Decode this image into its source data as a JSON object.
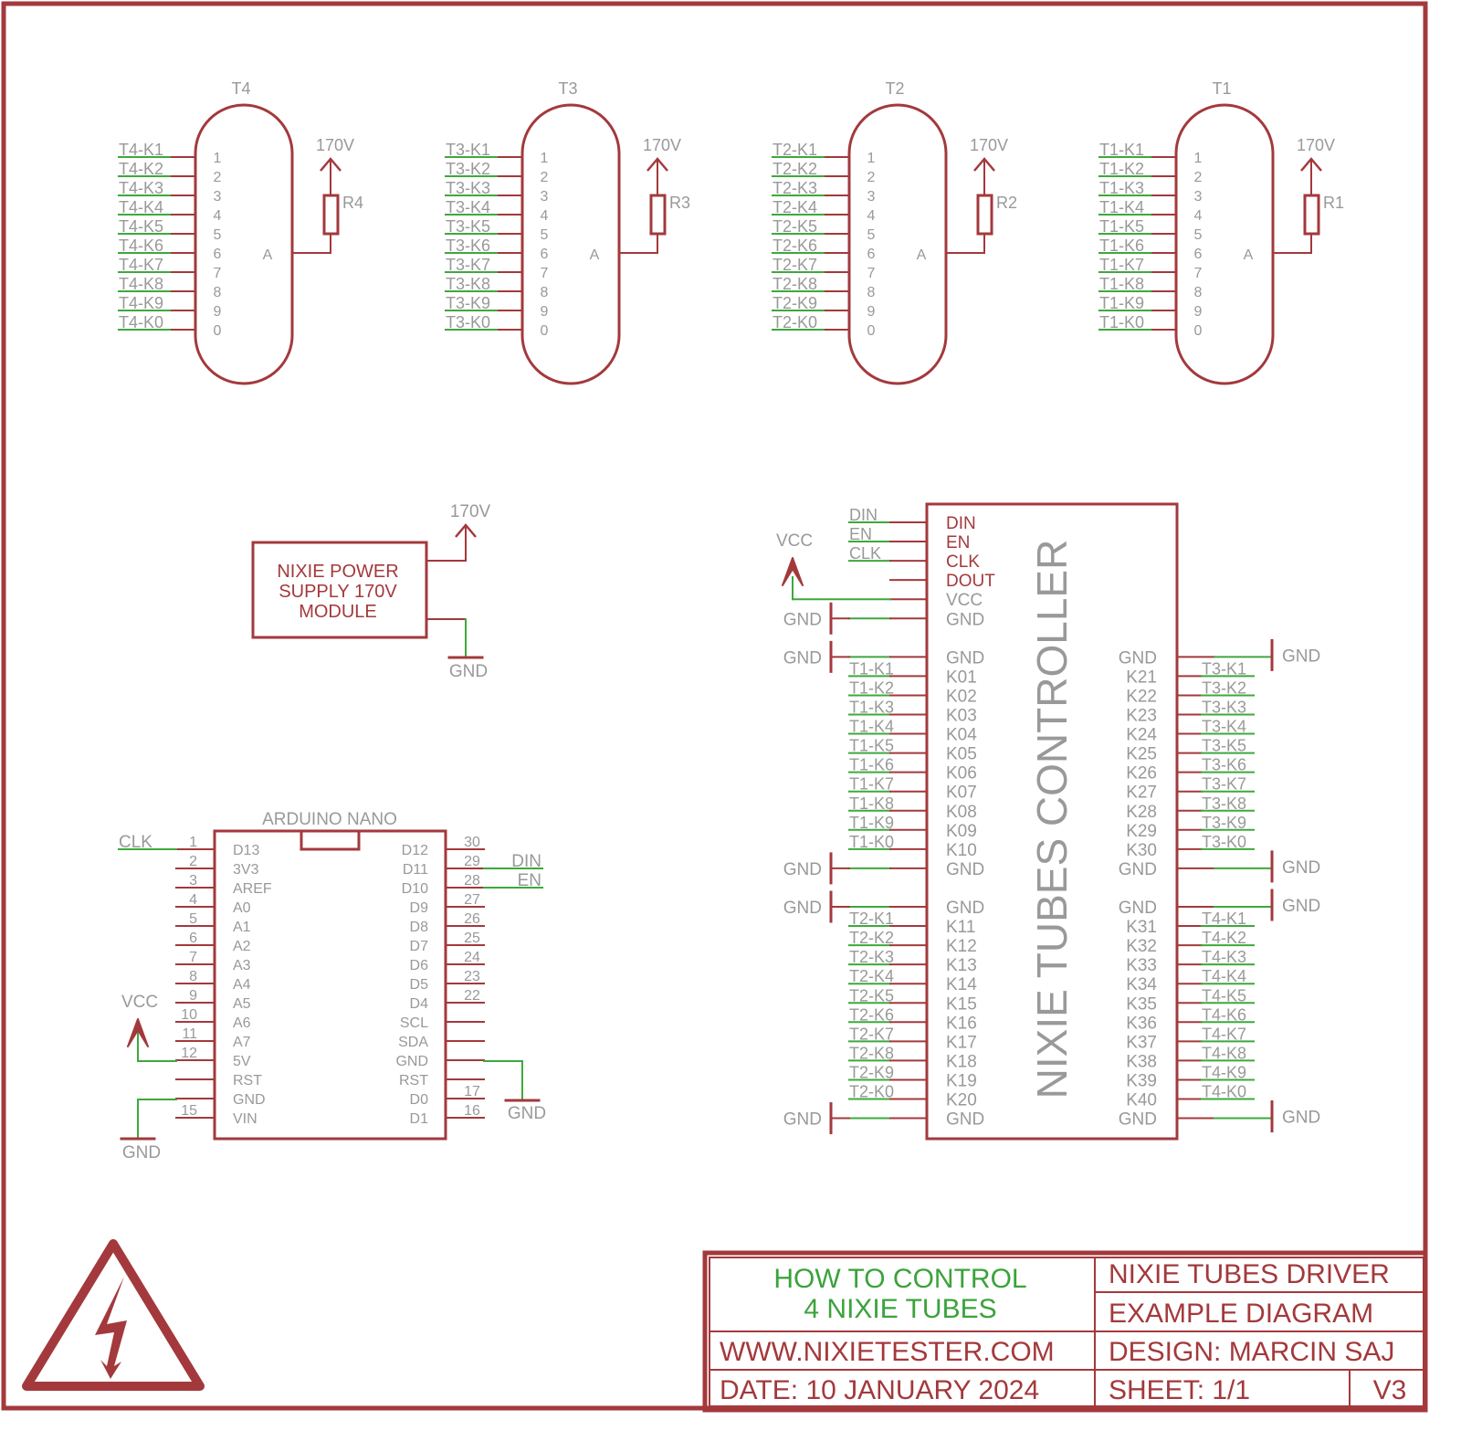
{
  "colors": {
    "wire_red": "#a3393c",
    "net_green": "#3ea83e",
    "text_gray": "#999999",
    "title_green": "#3aa33a"
  },
  "tubes": [
    {
      "name": "T4",
      "resistor": "R4",
      "supply": "170V",
      "anode": "A",
      "pins": [
        "1",
        "2",
        "3",
        "4",
        "5",
        "6",
        "7",
        "8",
        "9",
        "0"
      ],
      "nets": [
        "T4-K1",
        "T4-K2",
        "T4-K3",
        "T4-K4",
        "T4-K5",
        "T4-K6",
        "T4-K7",
        "T4-K8",
        "T4-K9",
        "T4-K0"
      ]
    },
    {
      "name": "T3",
      "resistor": "R3",
      "supply": "170V",
      "anode": "A",
      "pins": [
        "1",
        "2",
        "3",
        "4",
        "5",
        "6",
        "7",
        "8",
        "9",
        "0"
      ],
      "nets": [
        "T3-K1",
        "T3-K2",
        "T3-K3",
        "T3-K4",
        "T3-K5",
        "T3-K6",
        "T3-K7",
        "T3-K8",
        "T3-K9",
        "T3-K0"
      ]
    },
    {
      "name": "T2",
      "resistor": "R2",
      "supply": "170V",
      "anode": "A",
      "pins": [
        "1",
        "2",
        "3",
        "4",
        "5",
        "6",
        "7",
        "8",
        "9",
        "0"
      ],
      "nets": [
        "T2-K1",
        "T2-K2",
        "T2-K3",
        "T2-K4",
        "T2-K5",
        "T2-K6",
        "T2-K7",
        "T2-K8",
        "T2-K9",
        "T2-K0"
      ]
    },
    {
      "name": "T1",
      "resistor": "R1",
      "supply": "170V",
      "anode": "A",
      "pins": [
        "1",
        "2",
        "3",
        "4",
        "5",
        "6",
        "7",
        "8",
        "9",
        "0"
      ],
      "nets": [
        "T1-K1",
        "T1-K2",
        "T1-K3",
        "T1-K4",
        "T1-K5",
        "T1-K6",
        "T1-K7",
        "T1-K8",
        "T1-K9",
        "T1-K0"
      ]
    }
  ],
  "power_supply": {
    "lines": [
      "NIXIE POWER",
      "SUPPLY 170V",
      "MODULE"
    ],
    "supply": "170V",
    "gnd": "GND"
  },
  "arduino": {
    "title": "ARDUINO  NANO",
    "left_pins": [
      {
        "num": "1",
        "label": "D13",
        "net": "CLK"
      },
      {
        "num": "2",
        "label": "3V3"
      },
      {
        "num": "3",
        "label": "AREF"
      },
      {
        "num": "4",
        "label": "A0"
      },
      {
        "num": "5",
        "label": "A1"
      },
      {
        "num": "6",
        "label": "A2"
      },
      {
        "num": "7",
        "label": "A3"
      },
      {
        "num": "8",
        "label": "A4"
      },
      {
        "num": "9",
        "label": "A5"
      },
      {
        "num": "10",
        "label": "A6"
      },
      {
        "num": "11",
        "label": "A7"
      },
      {
        "num": "12",
        "label": "5V"
      },
      {
        "num": "",
        "label": "RST"
      },
      {
        "num": "",
        "label": "GND"
      },
      {
        "num": "15",
        "label": "VIN"
      }
    ],
    "right_pins": [
      {
        "num": "30",
        "label": "D12"
      },
      {
        "num": "29",
        "label": "D11",
        "net": "DIN"
      },
      {
        "num": "28",
        "label": "D10",
        "net": "EN"
      },
      {
        "num": "27",
        "label": "D9"
      },
      {
        "num": "26",
        "label": "D8"
      },
      {
        "num": "25",
        "label": "D7"
      },
      {
        "num": "24",
        "label": "D6"
      },
      {
        "num": "23",
        "label": "D5"
      },
      {
        "num": "22",
        "label": "D4"
      },
      {
        "num": "",
        "label": "SCL"
      },
      {
        "num": "",
        "label": "SDA"
      },
      {
        "num": "",
        "label": "GND"
      },
      {
        "num": "",
        "label": "RST"
      },
      {
        "num": "17",
        "label": "D0"
      },
      {
        "num": "16",
        "label": "D1"
      }
    ],
    "vcc": "VCC",
    "gnd_left": "GND",
    "gnd_right": "GND"
  },
  "controller": {
    "title": "NIXIE TUBES CONTROLLER",
    "vcc": "VCC",
    "left_pins": [
      {
        "label": "DIN",
        "net": "DIN",
        "type": "net",
        "accent": true
      },
      {
        "label": "EN",
        "net": "EN",
        "type": "net",
        "accent": true
      },
      {
        "label": "CLK",
        "net": "CLK",
        "type": "net",
        "accent": true
      },
      {
        "label": "DOUT",
        "type": "open",
        "accent": true
      },
      {
        "label": "VCC",
        "type": "vcc"
      },
      {
        "label": "GND",
        "net": "GND",
        "type": "gnd"
      },
      null,
      {
        "label": "GND",
        "net": "GND",
        "type": "gnd"
      },
      {
        "label": "K01",
        "net": "T1-K1",
        "type": "net"
      },
      {
        "label": "K02",
        "net": "T1-K2",
        "type": "net"
      },
      {
        "label": "K03",
        "net": "T1-K3",
        "type": "net"
      },
      {
        "label": "K04",
        "net": "T1-K4",
        "type": "net"
      },
      {
        "label": "K05",
        "net": "T1-K5",
        "type": "net"
      },
      {
        "label": "K06",
        "net": "T1-K6",
        "type": "net"
      },
      {
        "label": "K07",
        "net": "T1-K7",
        "type": "net"
      },
      {
        "label": "K08",
        "net": "T1-K8",
        "type": "net"
      },
      {
        "label": "K09",
        "net": "T1-K9",
        "type": "net"
      },
      {
        "label": "K10",
        "net": "T1-K0",
        "type": "net"
      },
      {
        "label": "GND",
        "net": "GND",
        "type": "gnd"
      },
      null,
      {
        "label": "GND",
        "net": "GND",
        "type": "gnd"
      },
      {
        "label": "K11",
        "net": "T2-K1",
        "type": "net"
      },
      {
        "label": "K12",
        "net": "T2-K2",
        "type": "net"
      },
      {
        "label": "K13",
        "net": "T2-K3",
        "type": "net"
      },
      {
        "label": "K14",
        "net": "T2-K4",
        "type": "net"
      },
      {
        "label": "K15",
        "net": "T2-K5",
        "type": "net"
      },
      {
        "label": "K16",
        "net": "T2-K6",
        "type": "net"
      },
      {
        "label": "K17",
        "net": "T2-K7",
        "type": "net"
      },
      {
        "label": "K18",
        "net": "T2-K8",
        "type": "net"
      },
      {
        "label": "K19",
        "net": "T2-K9",
        "type": "net"
      },
      {
        "label": "K20",
        "net": "T2-K0",
        "type": "net"
      },
      {
        "label": "GND",
        "net": "GND",
        "type": "gnd"
      }
    ],
    "right_pins": [
      null,
      null,
      null,
      null,
      null,
      null,
      null,
      {
        "label": "GND",
        "net": "GND",
        "type": "gnd"
      },
      {
        "label": "K21",
        "net": "T3-K1",
        "type": "net"
      },
      {
        "label": "K22",
        "net": "T3-K2",
        "type": "net"
      },
      {
        "label": "K23",
        "net": "T3-K3",
        "type": "net"
      },
      {
        "label": "K24",
        "net": "T3-K4",
        "type": "net"
      },
      {
        "label": "K25",
        "net": "T3-K5",
        "type": "net"
      },
      {
        "label": "K26",
        "net": "T3-K6",
        "type": "net"
      },
      {
        "label": "K27",
        "net": "T3-K7",
        "type": "net"
      },
      {
        "label": "K28",
        "net": "T3-K8",
        "type": "net"
      },
      {
        "label": "K29",
        "net": "T3-K9",
        "type": "net"
      },
      {
        "label": "K30",
        "net": "T3-K0",
        "type": "net"
      },
      {
        "label": "GND",
        "net": "GND",
        "type": "gnd"
      },
      null,
      {
        "label": "GND",
        "net": "GND",
        "type": "gnd"
      },
      {
        "label": "K31",
        "net": "T4-K1",
        "type": "net"
      },
      {
        "label": "K32",
        "net": "T4-K2",
        "type": "net"
      },
      {
        "label": "K33",
        "net": "T4-K3",
        "type": "net"
      },
      {
        "label": "K34",
        "net": "T4-K4",
        "type": "net"
      },
      {
        "label": "K35",
        "net": "T4-K5",
        "type": "net"
      },
      {
        "label": "K36",
        "net": "T4-K6",
        "type": "net"
      },
      {
        "label": "K37",
        "net": "T4-K7",
        "type": "net"
      },
      {
        "label": "K38",
        "net": "T4-K8",
        "type": "net"
      },
      {
        "label": "K39",
        "net": "T4-K9",
        "type": "net"
      },
      {
        "label": "K40",
        "net": "T4-K0",
        "type": "net"
      },
      {
        "label": "GND",
        "net": "GND",
        "type": "gnd"
      }
    ]
  },
  "title_block": {
    "heading_line1": "HOW TO CONTROL",
    "heading_line2": "4 NIXIE TUBES",
    "website": "WWW.NIXIETESTER.COM",
    "date": "DATE: 10 JANUARY 2024",
    "project": "NIXIE TUBES DRIVER",
    "subtitle": "EXAMPLE DIAGRAM",
    "design": "DESIGN: MARCIN SAJ",
    "sheet": "SHEET: 1/1",
    "version": "V3"
  },
  "warning_icon": "high-voltage-warning-icon"
}
